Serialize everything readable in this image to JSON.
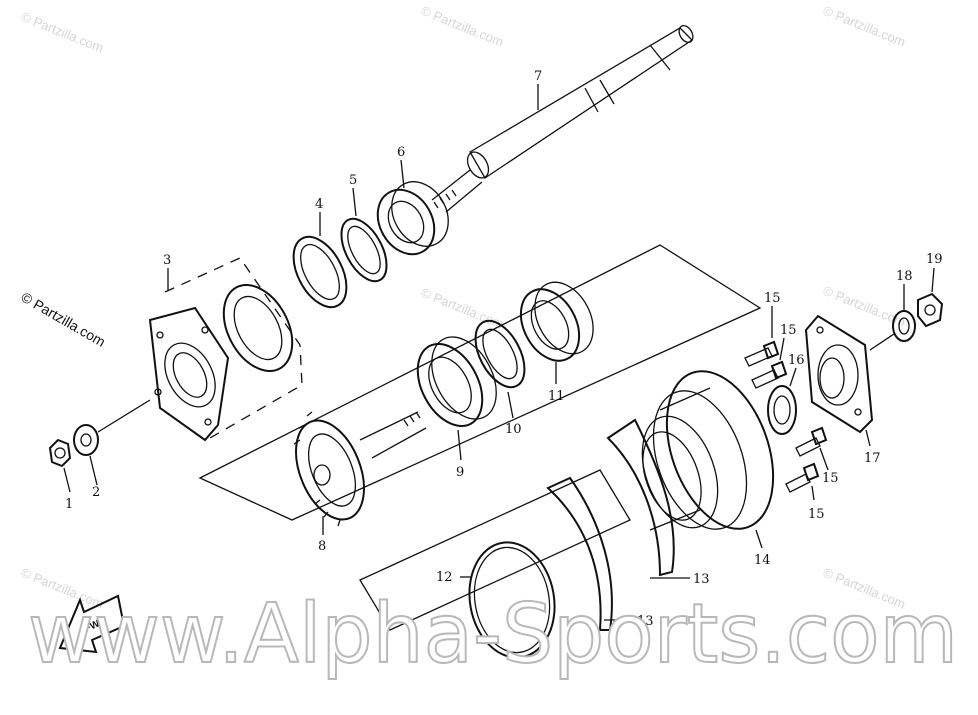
{
  "watermarks": {
    "corner_text": "© Partzilla.com",
    "side_text": "© Partzilla.com",
    "footer_text": "www.Alpha-Sports.com"
  },
  "labels": {
    "p1": "1",
    "p2": "2",
    "p3": "3",
    "p4": "4",
    "p5": "5",
    "p6": "6",
    "p7": "7",
    "p8": "8",
    "p9": "9",
    "p10": "10",
    "p11": "11",
    "p12": "12",
    "p13a": "13",
    "p13b": "13",
    "p14": "14",
    "p15a": "15",
    "p15b": "15",
    "p15c": "15",
    "p15d": "15",
    "p16": "16",
    "p17": "17",
    "p18": "18",
    "p19": "19"
  },
  "fwd_arrow": {
    "text": "FWD"
  }
}
